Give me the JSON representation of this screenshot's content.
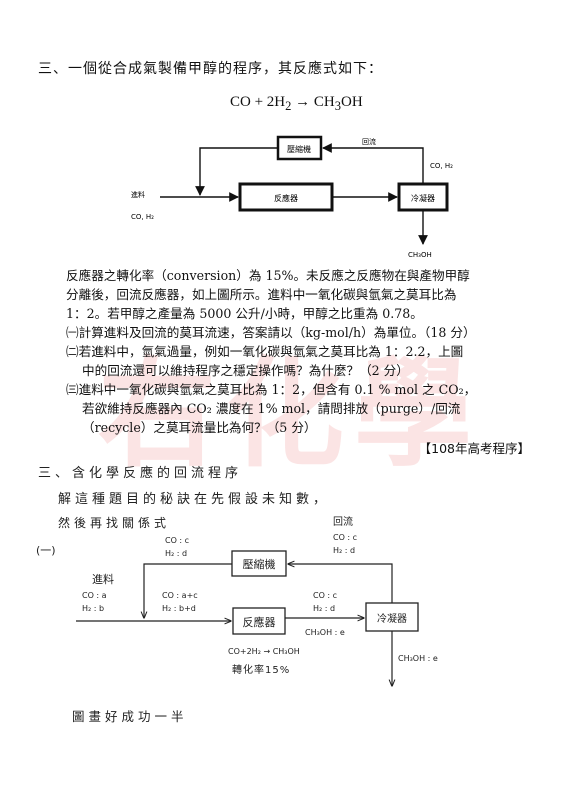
{
  "question": {
    "heading": "三、一個從合成氣製備甲醇的程序，其反應式如下：",
    "equation": {
      "left": "CO + 2H",
      "left_sub": "2",
      "arrow": "→",
      "right": "CH",
      "right_sub": "3",
      "right_tail": "OH"
    },
    "diagram": {
      "compressor": "壓縮機",
      "reactor": "反應器",
      "condenser": "冷凝器",
      "recycle": "回流",
      "feed": "進料",
      "feed_comp": "CO, H₂",
      "recycle_comp": "CO, H₂",
      "product": "CH₃OH"
    },
    "body": [
      "反應器之轉化率（conversion）為 15%。未反應之反應物在與產物甲醇",
      "分離後，回流反應器，如上圖所示。進料中一氧化碳與氫氣之莫耳比為",
      "1：2。若甲醇之產量為 5000 公升/小時，甲醇之比重為 0.78。"
    ],
    "parts": [
      "㈠計算進料及回流的莫耳流速，答案請以（kg-mol/h）為單位。（18 分）",
      "㈡若進料中，氫氣過量，例如一氧化碳與氫氣之莫耳比為 1：2.2，上圖",
      "中的回流還可以維持程序之穩定操作嗎？為什麼？（2 分）",
      "㈢進料中一氧化碳與氫氣之莫耳比為 1：2，但含有 0.1 % mol 之 CO₂，",
      "若欲維持反應器內 CO₂ 濃度在 1% mol，請問排放（purge）/回流",
      "（recycle）之莫耳流量比為何？（5 分）"
    ],
    "source": "【108年高考程序】"
  },
  "solution": {
    "title": "三、含化學反應的回流程序",
    "line1": "解這種題目的秘訣在先假設未知數，",
    "line2": "然後再找關係式",
    "part_label": "(一)",
    "diagram": {
      "compressor": "壓縮機",
      "reactor": "反應器",
      "condenser": "冷凝器",
      "recycle": "回流",
      "feed": "進料",
      "recycle_co": "CO : c",
      "recycle_h2": "H₂ : d",
      "comp_co": "CO : c",
      "comp_h2": "H₂ : d",
      "feed_co": "CO : a",
      "feed_h2": "H₂ : b",
      "mix_co": "CO : a+c",
      "mix_h2": "H₂ : b+d",
      "out_co": "CO : c",
      "out_h2": "H₂ : d",
      "out_meoh": "CH₃OH : e",
      "reaction": "CO+2H₂ → CH₃OH",
      "conversion": "轉化率15%",
      "product": "CH₃OH : e"
    },
    "footer": "圖畫好成功一半"
  },
  "watermark": "右化學"
}
